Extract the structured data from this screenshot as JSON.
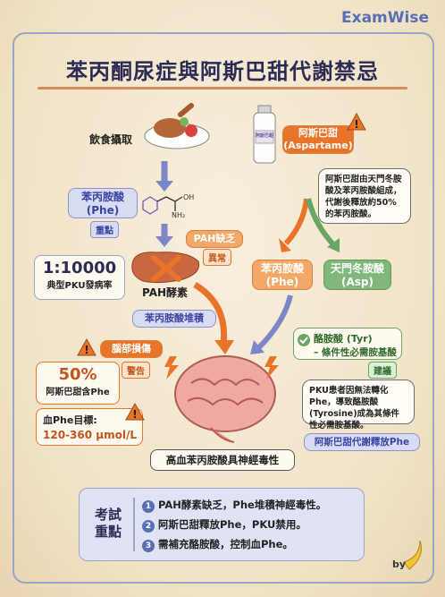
{
  "brand": "ExamWise",
  "title": "苯丙酮尿症與阿斯巴甜代謝禁忌",
  "diet": {
    "label": "飲食攝取"
  },
  "phe": {
    "name": "苯丙胺酸",
    "abbr": "(Phe)",
    "tag": "重點"
  },
  "pah_def": {
    "label": "PAH缺乏",
    "tag": "異常"
  },
  "incidence": {
    "value": "1:10000",
    "label": "典型PKU發病率"
  },
  "pah_enzyme": {
    "label": "PAH酵素"
  },
  "phe_accum": {
    "label": "苯丙胺酸堆積"
  },
  "aspartame": {
    "name": "阿斯巴甜",
    "abbr": "(Aspartame)",
    "bottle_label": "阿斯巴甜"
  },
  "aspartame_note": "阿斯巴甜由天門冬胺酸及苯丙胺酸組成，代謝後釋放約50%的苯丙胺酸。",
  "phe_right": {
    "name": "苯丙胺酸",
    "abbr": "(Phe)"
  },
  "asp": {
    "name": "天門冬胺酸",
    "abbr": "(Asp)"
  },
  "brain_damage": {
    "label": "腦部損傷",
    "tag": "警告"
  },
  "percent": {
    "value": "50%",
    "label": "阿斯巴甜含Phe"
  },
  "blood": {
    "label": "血Phe目標:",
    "range": "120-360 μmol/L"
  },
  "tyr": {
    "line1": "酪胺酸 (Tyr)",
    "line2": "– 條件性必需胺基酸",
    "tag": "建議"
  },
  "tyr_note": "PKU患者因無法轉化Phe，導致酪胺酸(Tyrosine)成為其條件性必需胺基酸。",
  "release": "阿斯巴甜代謝釋放Phe",
  "neuro": "高血苯丙胺酸具神經毒性",
  "exam": {
    "heading": "考試重點",
    "points": [
      "PAH酵素缺乏，Phe堆積神經毒性。",
      "阿斯巴甜釋放Phe，PKU禁用。",
      "需補充酪胺酸，控制血Phe。"
    ]
  },
  "signature": "by",
  "colors": {
    "accent": "#5a6fb3",
    "orange": "#f3a86a",
    "green": "#7fb87a",
    "title": "#2b2b55"
  }
}
